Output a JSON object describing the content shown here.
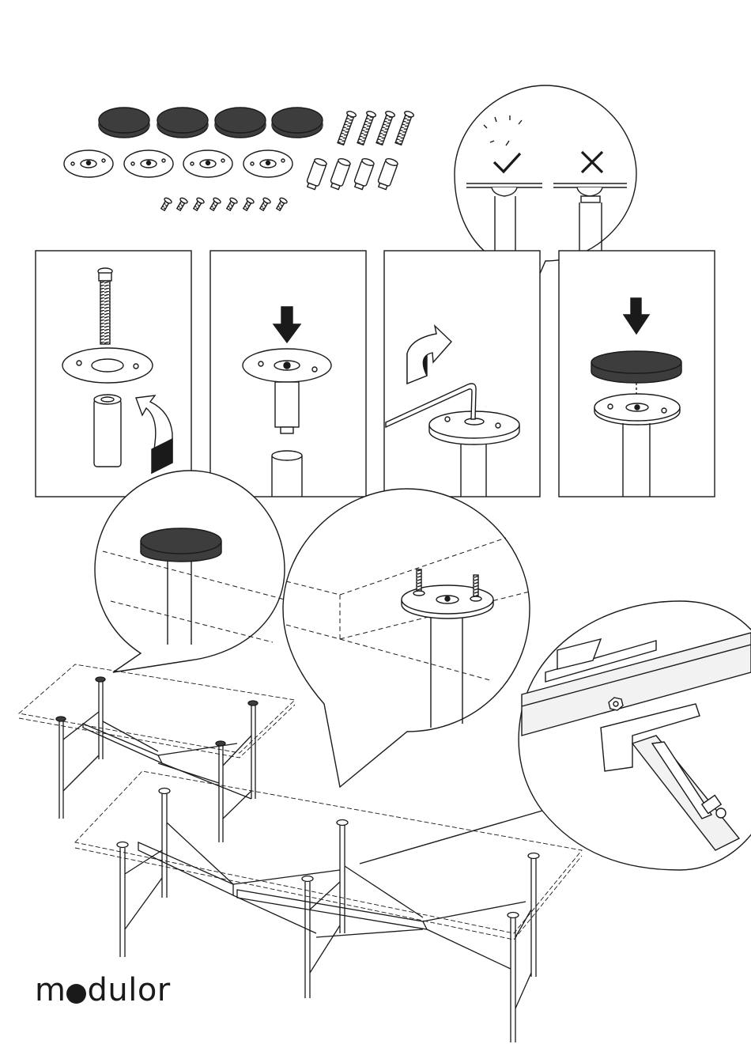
{
  "brand": {
    "logo_prefix": "m",
    "logo_suffix": "dulor"
  },
  "colors": {
    "ink": "#1a1a1a",
    "pad": "#3d3d3d",
    "paper": "#ffffff",
    "metal": "#f2f2f2"
  },
  "parts": {
    "felt_pads": 4,
    "mounting_plates": 4,
    "bolts": 4,
    "sleeves": 4,
    "wood_screws": 8
  },
  "icons": {
    "correct": "check-icon",
    "wrong": "cross-icon",
    "press_down": "arrow-down-icon",
    "rotate": "rotate-arrow-icon"
  }
}
